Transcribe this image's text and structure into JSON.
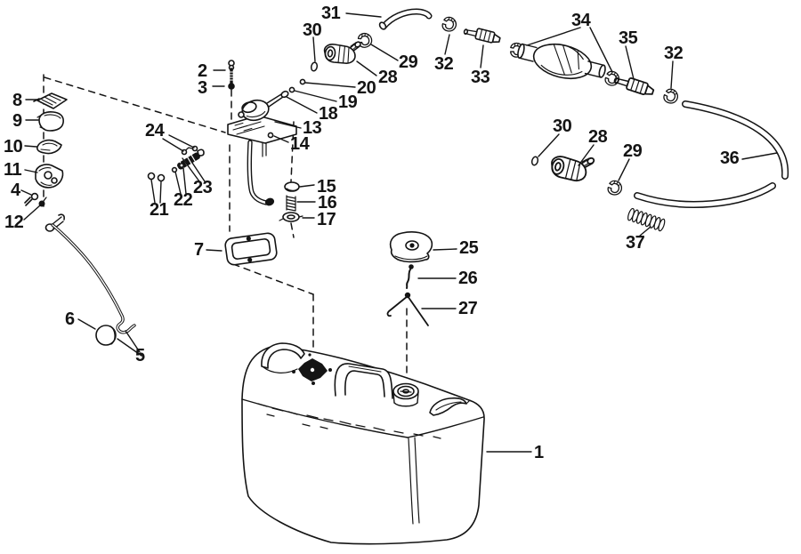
{
  "diagram": {
    "type": "exploded-parts-diagram",
    "colors": {
      "ink": "#141414",
      "paper": "#ffffff"
    }
  },
  "callouts": {
    "c1": "1",
    "c2": "2",
    "c3": "3",
    "c4": "4",
    "c5": "5",
    "c6": "6",
    "c7": "7",
    "c8": "8",
    "c9": "9",
    "c10": "10",
    "c11": "11",
    "c12": "12",
    "c13": "13",
    "c14": "14",
    "c15": "15",
    "c16": "16",
    "c17": "17",
    "c18": "18",
    "c19": "19",
    "c20": "20",
    "c21": "21",
    "c22": "22",
    "c23": "23",
    "c24": "24",
    "c25": "25",
    "c26": "26",
    "c27": "27",
    "c28a": "28",
    "c28b": "28",
    "c29a": "29",
    "c29b": "29",
    "c30a": "30",
    "c30b": "30",
    "c31": "31",
    "c32a": "32",
    "c32b": "32",
    "c33": "33",
    "c34": "34",
    "c35": "35",
    "c36": "36",
    "c37": "37"
  }
}
